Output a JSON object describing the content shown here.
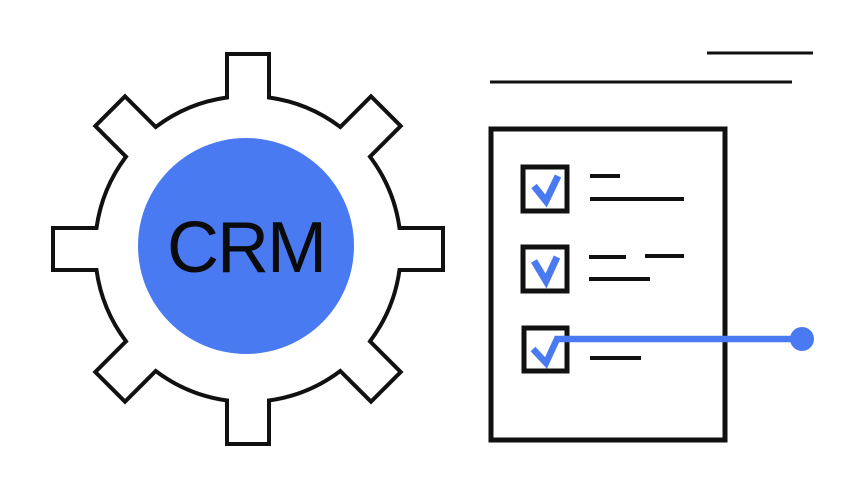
{
  "colors": {
    "accent": "#4a7af2",
    "ink": "#111111",
    "background": "#ffffff"
  },
  "gear": {
    "label": "CRM"
  },
  "header_notes": {
    "line_count": 2
  },
  "checklist": {
    "item_count": 3,
    "items": [
      {
        "checked": true,
        "text_lines": 2
      },
      {
        "checked": true,
        "text_lines": 3
      },
      {
        "checked": true,
        "text_lines": 1,
        "has_connector_to_dot": true
      }
    ]
  }
}
